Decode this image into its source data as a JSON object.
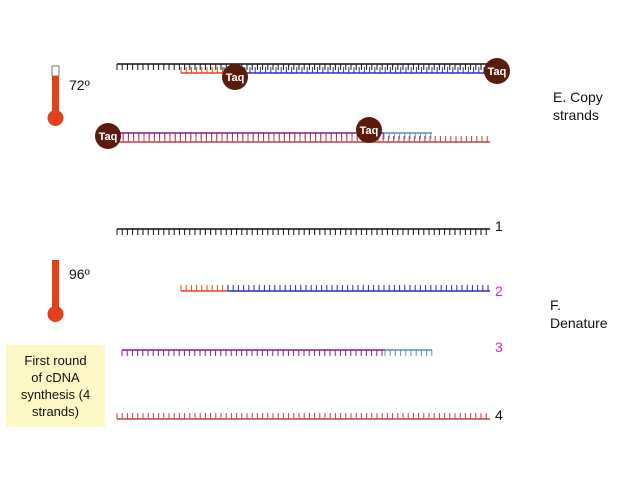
{
  "step_e": {
    "temperature": "72º",
    "label_line1": "E. Copy",
    "label_line2": "strands",
    "enzyme_label": "Taq"
  },
  "step_f": {
    "temperature": "96º",
    "label_line1": "F.",
    "label_line2": "Denature"
  },
  "strand_numbers": [
    "1",
    "2",
    "3",
    "4"
  ],
  "note": {
    "line1": "First round",
    "line2": "of cDNA",
    "line3": "synthesis (4",
    "line4": "strands)"
  },
  "colors": {
    "black_strand": "#111111",
    "orange_primer": "#e8471c",
    "blue_strand": "#2b2bcc",
    "purple_primer": "#8a1b8a",
    "steel_blue": "#5b8fbf",
    "rose_strand": "#c0404a",
    "taq_fill": "#5a1a0c",
    "thermo_red": "#e2411b",
    "magenta_number": "#e020c8",
    "note_bg": "#fdf8c6"
  }
}
